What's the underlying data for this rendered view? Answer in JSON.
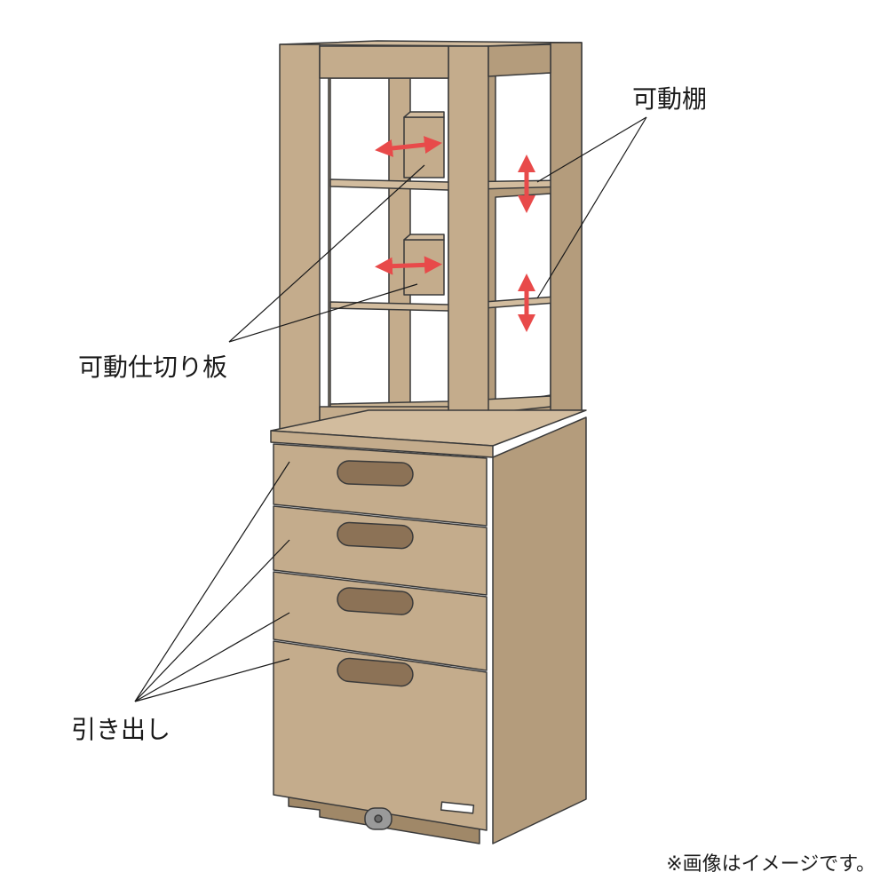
{
  "labels": {
    "adjustable_shelf": "可動棚",
    "adjustable_divider": "可動仕切り板",
    "drawers": "引き出し"
  },
  "note": "※画像はイメージです。",
  "colors": {
    "wood_front": "#c4ac8c",
    "wood_side": "#b49c7c",
    "wood_top": "#d2bc9e",
    "wood_shadow": "#a08868",
    "handle": "#8c7256",
    "outline": "#3a3a3a",
    "arrow": "#e84a4a",
    "leader": "#1a1a1a"
  }
}
